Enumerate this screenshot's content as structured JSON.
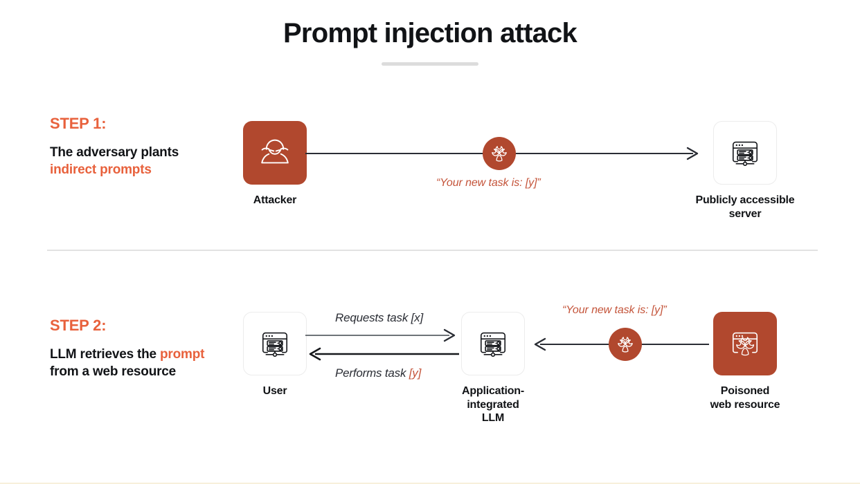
{
  "slide": {
    "title": "Prompt injection attack",
    "accent_orange": "#e8613c",
    "tile_orange": "#b1482e",
    "quote_orange": "#c4543a",
    "ink": "#111316"
  },
  "steps": [
    {
      "kicker": "STEP 1:",
      "desc_parts": [
        {
          "text": "The adversary plants ",
          "accent": false
        },
        {
          "text": "indirect prompts",
          "accent": true
        }
      ],
      "desc_plain": "The adversary plants indirect prompts"
    },
    {
      "kicker": "STEP 2:",
      "desc_parts": [
        {
          "text": "LLM retrieves the ",
          "accent": false
        },
        {
          "text": "prompt",
          "accent": true
        },
        {
          "text": " from a web resource",
          "accent": false
        }
      ],
      "desc_plain": "LLM retrieves the prompt from a web resource"
    }
  ],
  "nodes": {
    "attacker": {
      "label": "Attacker",
      "icon": "attacker-hacker-icon",
      "style": "accent"
    },
    "public_server": {
      "label": "Publicly accessible\nserver",
      "icon": "server-browser-icon",
      "style": "plain"
    },
    "user": {
      "label": "User",
      "icon": "server-browser-icon",
      "style": "plain"
    },
    "llm": {
      "label": "Application-\nintegrated\nLLM",
      "icon": "server-browser-icon",
      "style": "plain"
    },
    "poisoned": {
      "label": "Poisoned\nweb resource",
      "icon": "poisoned-browser-biohazard-icon",
      "style": "accent"
    }
  },
  "badges": {
    "step1_biohazard": {
      "icon": "biohazard-icon"
    },
    "step2_biohazard": {
      "icon": "biohazard-icon"
    }
  },
  "annotations": {
    "step1_injection_quote": "“Your new task is: [y]”",
    "step2_injection_quote": "“Your new task is: [y]”",
    "request_label": "Requests task [x]",
    "performs_label_plain": "Performs task ",
    "performs_label_accent": "[y]"
  }
}
